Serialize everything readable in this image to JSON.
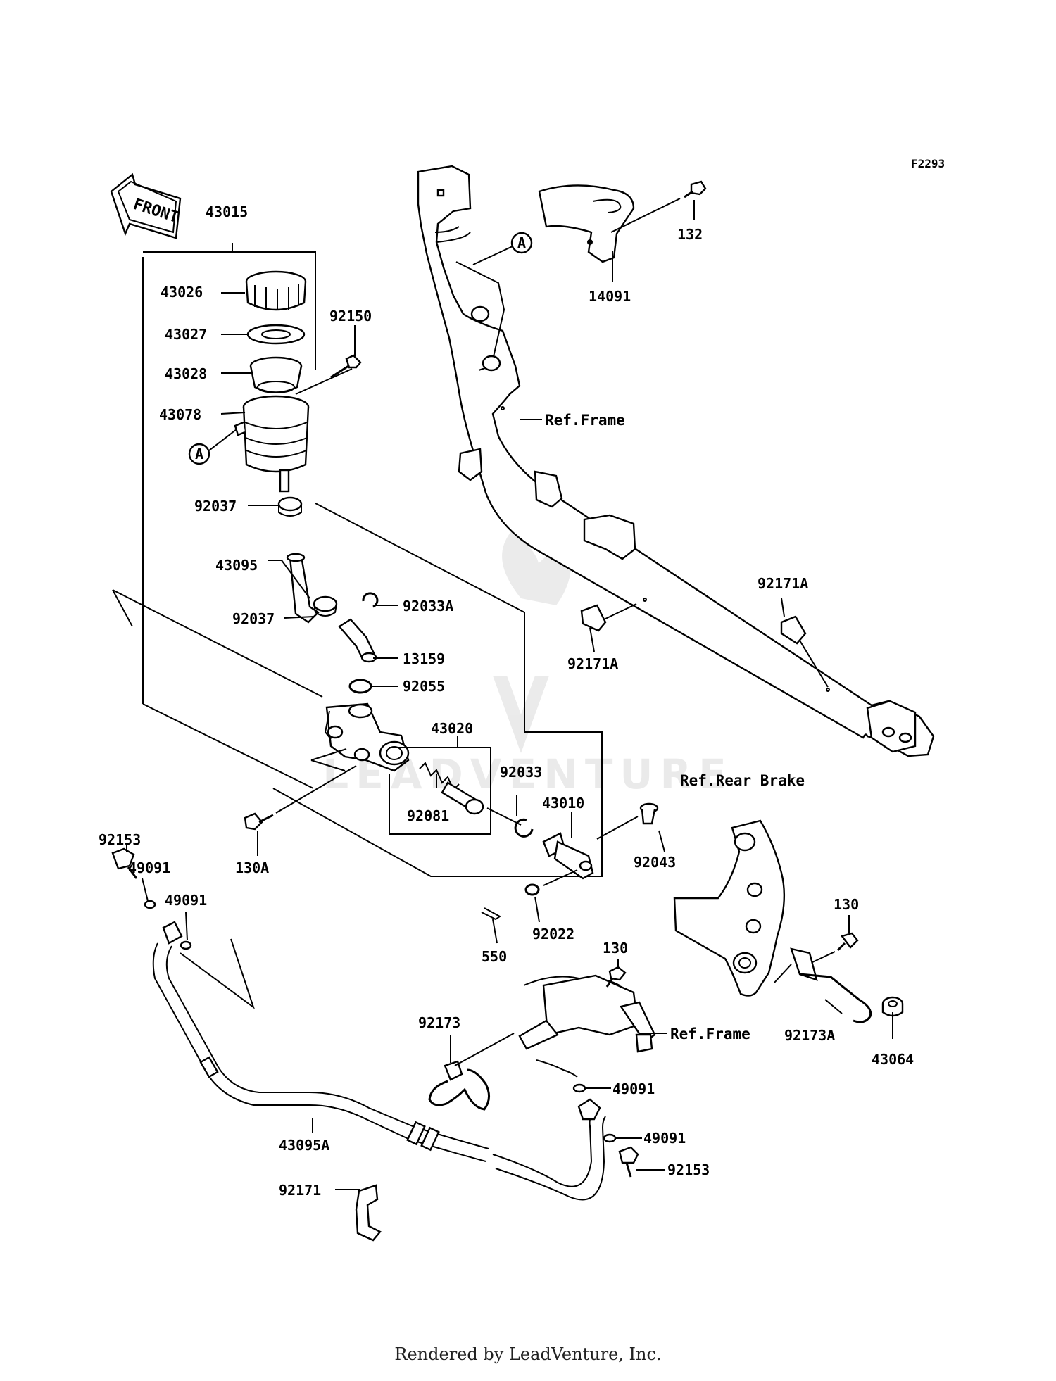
{
  "figure_code": "F2293",
  "front_label": "FRONT",
  "ref_frame": "Ref.Frame",
  "ref_rear_brake": "Ref.Rear Brake",
  "marker_a": "A",
  "footer": "Rendered by LeadVenture, Inc.",
  "watermark": "LEADVENTURE",
  "parts": {
    "p43015": "43015",
    "p43026": "43026",
    "p43027": "43027",
    "p43028": "43028",
    "p43078": "43078",
    "p92150": "92150",
    "p92037a": "92037",
    "p43095": "43095",
    "p92037b": "92037",
    "p92033A": "92033A",
    "p13159": "13159",
    "p92055": "92055",
    "p43020": "43020",
    "p92033": "92033",
    "p92081": "92081",
    "p43010": "43010",
    "p92043": "92043",
    "p130A": "130A",
    "p92022": "92022",
    "p550": "550",
    "p92153a": "92153",
    "p49091a": "49091",
    "p49091b": "49091",
    "p43095A": "43095A",
    "p92171": "92171",
    "p130a": "130",
    "p92173": "92173",
    "p49091c": "49091",
    "p49091d": "49091",
    "p92153b": "92153",
    "p130b": "130",
    "p92173A": "92173A",
    "p43064": "43064",
    "p132": "132",
    "p14091": "14091",
    "p92171Aa": "92171A",
    "p92171Ab": "92171A"
  }
}
